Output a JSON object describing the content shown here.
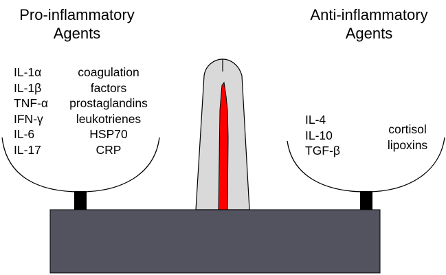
{
  "left": {
    "title_line1": "Pro-inflammatory",
    "title_line2": "Agents",
    "cytokines": [
      "IL-1α",
      "IL-1β",
      "TNF-α",
      "IFN-γ",
      "IL-6",
      "IL-17"
    ],
    "other": [
      "coagulation",
      "factors",
      "prostaglandins",
      "leukotrienes",
      "HSP70",
      "CRP"
    ]
  },
  "right": {
    "title_line1": "Anti-inflammatory",
    "title_line2": "Agents",
    "cytokines": [
      "IL-4",
      "IL-10",
      "TGF-β"
    ],
    "other": [
      "cortisol",
      "lipoxins"
    ]
  },
  "colors": {
    "base": "#53525f",
    "gauge_body": "#d9d9d9",
    "gauge_fill": "#ff0000",
    "post": "#000000"
  }
}
